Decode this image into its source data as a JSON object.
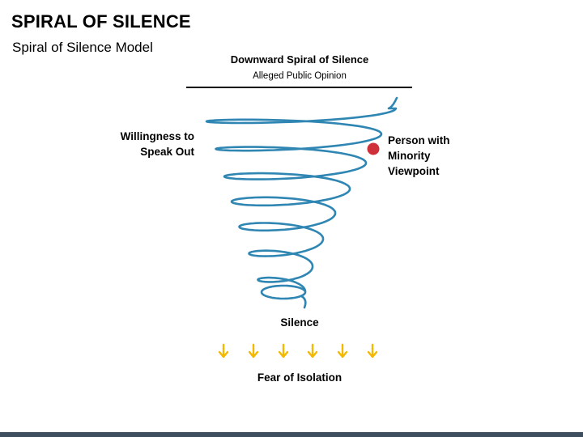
{
  "header": {
    "title": "SPIRAL OF SILENCE",
    "subtitle": "Spiral of Silence Model"
  },
  "diagram": {
    "title": "Downward Spiral of Silence",
    "subtitle": "Alleged Public Opinion",
    "left_label": "Willingness to\nSpeak Out",
    "right_label": "Person with\nMinority\nViewpoint",
    "bottom_label": "Silence",
    "footer_label": "Fear of Isolation",
    "arrow_count": 6
  },
  "colors": {
    "spiral": "#2f86b3",
    "marker": "#d0303a",
    "arrow": "#f3b800",
    "footer_bar": "#3f4e5e"
  }
}
